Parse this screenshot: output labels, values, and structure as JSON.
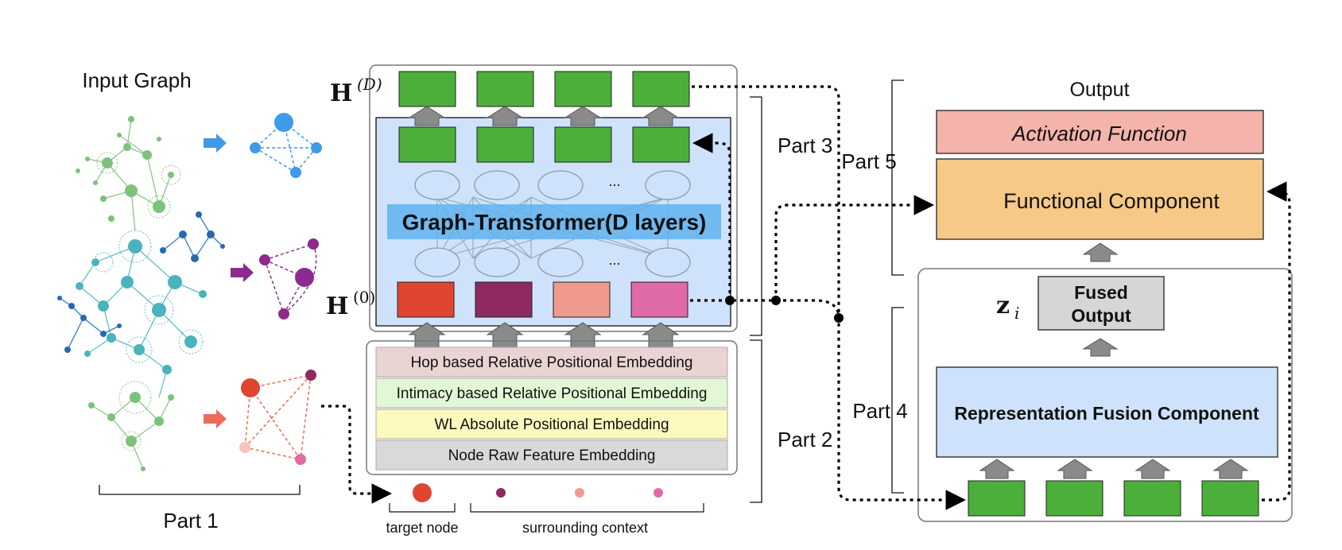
{
  "input_graph": {
    "title": "Input Graph"
  },
  "parts": {
    "part1": "Part 1",
    "part2": "Part 2",
    "part3": "Part 3",
    "part4": "Part 4",
    "part5": "Part 5"
  },
  "embeddings": [
    "Hop based Relative Positional Embedding",
    "Intimacy based Relative Positional Embedding",
    "WL Absolute Positional Embedding",
    "Node Raw Feature Embedding"
  ],
  "transformer": {
    "title": "Graph-Transformer(D layers)",
    "h0_label": "H",
    "h0_sup": "(0)",
    "hd_label": "H",
    "hd_sup": "(D)",
    "ellipsis": "..."
  },
  "legend": {
    "target_node": "target node",
    "surrounding_context": "surrounding context"
  },
  "output": {
    "title": "Output",
    "activation": "Activation Function",
    "functional": "Functional Component",
    "fused_line1": "Fused",
    "fused_line2": "Output",
    "zi_label": "z",
    "zi_sub": "i",
    "fusion": "Representation Fusion Component"
  },
  "colors": {
    "green": "#4caf3a",
    "light_blue": "#cfe2fb",
    "node_red": "#e04532",
    "node_purple": "#8e2a60",
    "node_salmon": "#f09a8e",
    "node_pink": "#e06aa6",
    "activation": "#f4b3ab",
    "functional": "#f6c987",
    "fused": "#d6d6d6"
  }
}
